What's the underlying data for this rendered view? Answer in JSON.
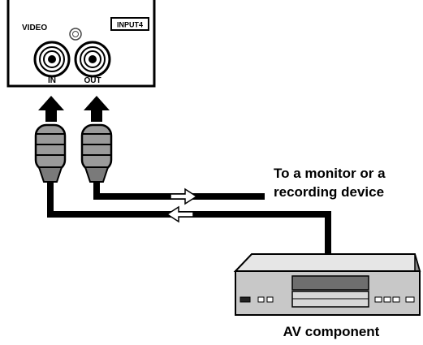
{
  "panel": {
    "video_label": "VIDEO",
    "input_tag": "INPUT4",
    "in_label": "IN",
    "out_label": "OUT"
  },
  "destination_label_line1": "To a monitor or a",
  "destination_label_line2": "recording device",
  "device_label": "AV component",
  "colors": {
    "ink": "#000000",
    "plug_body": "#9a9a9a",
    "plug_dark": "#555555",
    "device_body": "#c8c8c8",
    "device_top": "#e6e6e6",
    "display_panel": "#6e6e6e",
    "background": "#ffffff"
  },
  "icons": [
    "rca-jack-icon",
    "up-arrow-icon",
    "rca-plug-icon",
    "flow-arrow-icon",
    "vcr-icon"
  ]
}
